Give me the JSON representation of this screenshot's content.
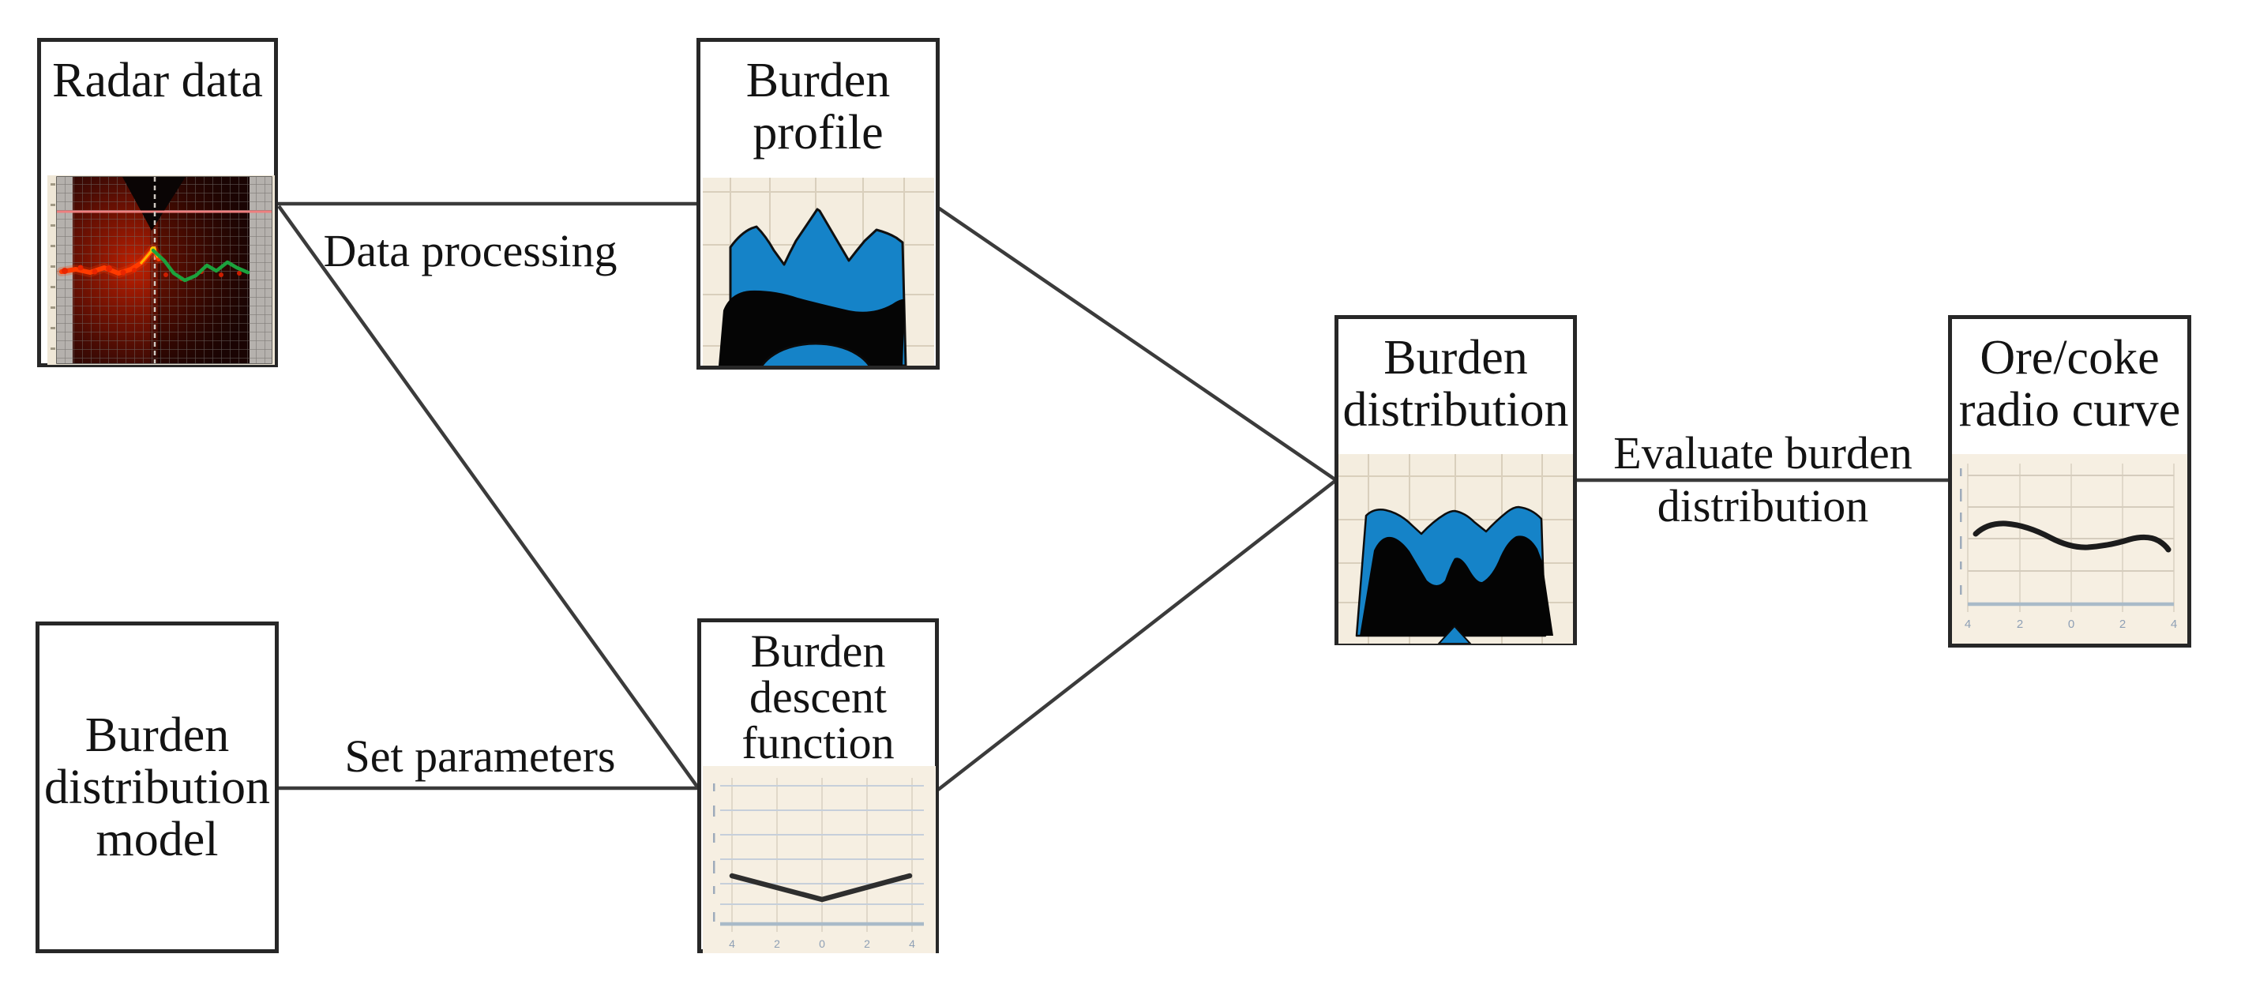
{
  "diagram": {
    "nodes": {
      "radar": {
        "label": "Radar data"
      },
      "profile": {
        "label": "Burden profile"
      },
      "model": {
        "label": "Burden distribution model"
      },
      "descent": {
        "label": "Burden descent function"
      },
      "distribution": {
        "label": "Burden distribution"
      },
      "ore": {
        "label": "Ore/coke radio curve"
      }
    },
    "edges": {
      "data_processing": {
        "from": "radar",
        "to": "profile",
        "label": "Data processing"
      },
      "radar_to_descent": {
        "from": "radar",
        "to": "descent",
        "label": ""
      },
      "set_parameters": {
        "from": "model",
        "to": "descent",
        "label": "Set parameters"
      },
      "profile_to_distribution": {
        "from": "profile",
        "to": "distribution",
        "label": ""
      },
      "descent_to_distribution": {
        "from": "descent",
        "to": "distribution",
        "label": ""
      },
      "evaluate": {
        "from": "distribution",
        "to": "ore",
        "label": "Evaluate burden distribution"
      }
    }
  },
  "charts": {
    "descent": {
      "x_ticks": [
        "4",
        "2",
        "0",
        "2",
        "4"
      ]
    },
    "ore": {
      "x_ticks": [
        "4",
        "2",
        "0",
        "2",
        "4"
      ]
    }
  },
  "colors": {
    "burden_blue": "#1583c8",
    "chart_background": "#f4eddf",
    "node_border": "#272727",
    "connector": "#3b3b3b",
    "radar_red": "#c01800",
    "radar_green": "#1ca23d",
    "radar_pink_line": "#ee7f7f",
    "radar_orange": "#ff3a00",
    "axis_tick_text": "#8fa0b5"
  }
}
